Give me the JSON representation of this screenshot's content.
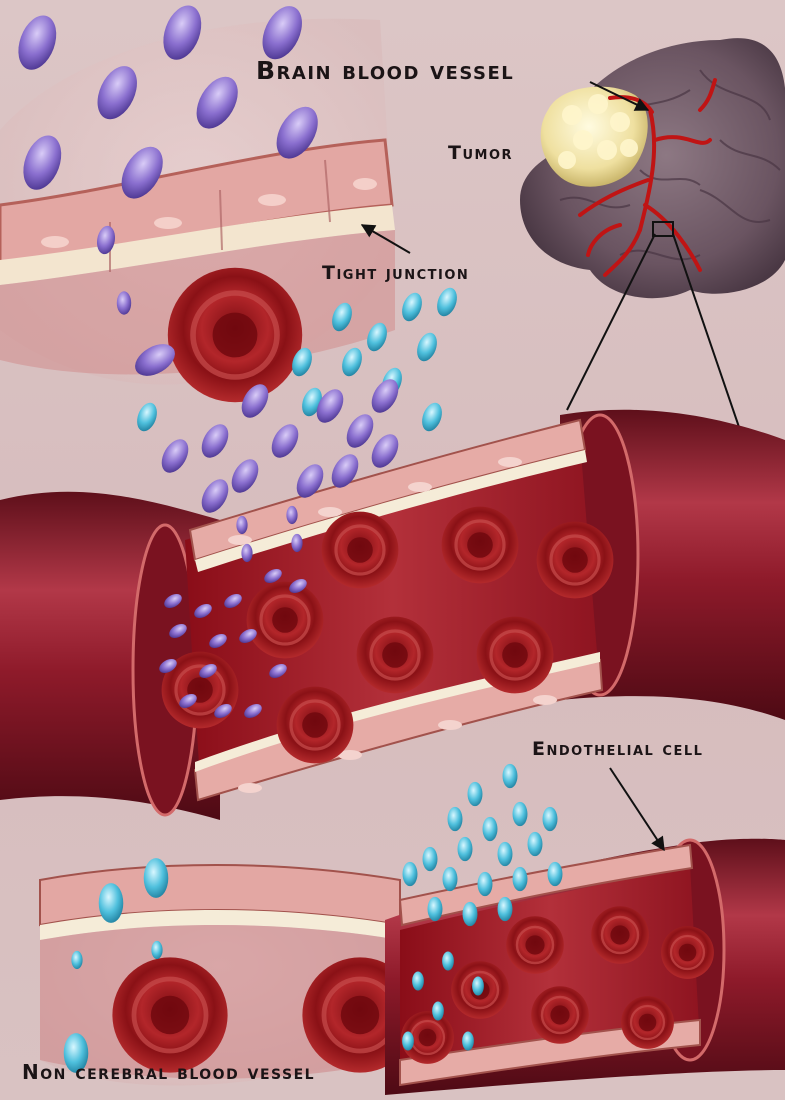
{
  "labels": {
    "brain_blood_vessel": "Brain blood vessel",
    "tumor": "Tumor",
    "tight_junction": "Tight junction",
    "endothelial_cell": "Endothelial cell",
    "non_cerebral_blood_vessel": "Non cerebral blood vessel"
  },
  "colors": {
    "background": "#d8c0c0",
    "vessel_wall": "#8e1a2a",
    "blood_lumen": "#a0121c",
    "red_blood_cell": "#9c1418",
    "endothelium": "#e7b3ad",
    "tight_junction_line": "#f5ecd8",
    "large_particle": "#8a6fcf",
    "small_particle": "#4fc0dd",
    "brain": "#6f5a66",
    "tumor": "#f0e2a0",
    "arteries": "#c01414"
  },
  "icons": [
    "brain-icon",
    "tumor-icon",
    "artery-icon",
    "red-blood-cell-icon",
    "particle-icon",
    "arrow-icon"
  ]
}
